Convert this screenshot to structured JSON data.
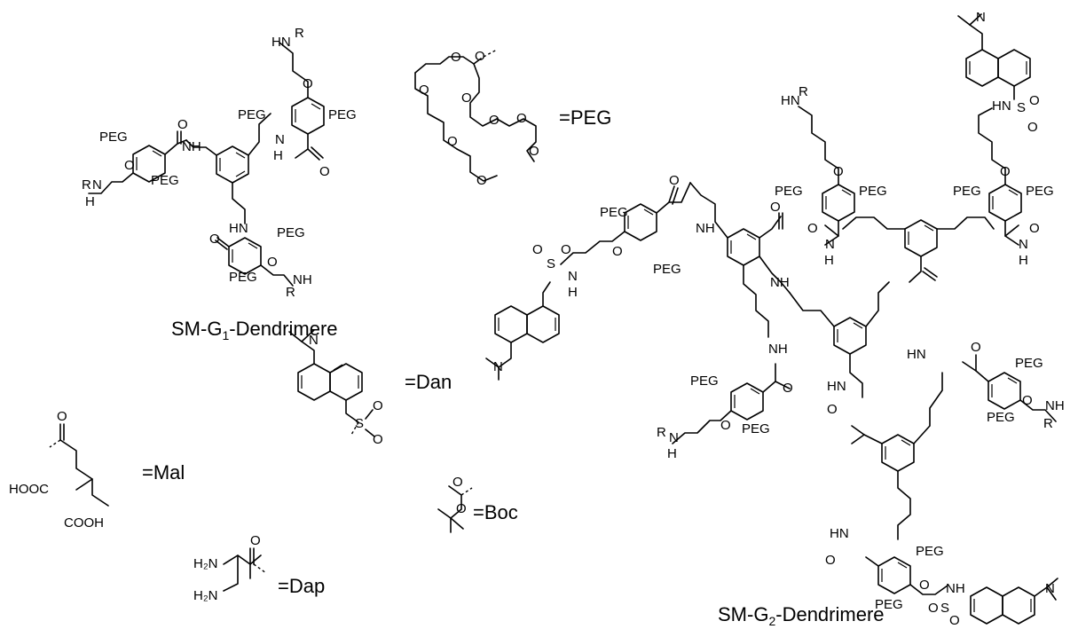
{
  "legend": {
    "peg": "=PEG",
    "dan": "=Dan",
    "mal": "=Mal",
    "boc": "=Boc",
    "dap": "=Dap"
  },
  "captions": {
    "g1_prefix": "SM-G",
    "g1_sub": "1",
    "g1_suffix": "-Dendrimere",
    "g2_prefix": "SM-G",
    "g2_sub": "2",
    "g2_suffix": "-Dendrimere"
  },
  "atoms": {
    "peg": "PEG",
    "nh": "NH",
    "hn": "HN",
    "n": "N",
    "h": "H",
    "o": "O",
    "s": "S",
    "r": "R",
    "hooc": "HOOC",
    "cooh": "COOH",
    "h2n": "H₂N"
  }
}
